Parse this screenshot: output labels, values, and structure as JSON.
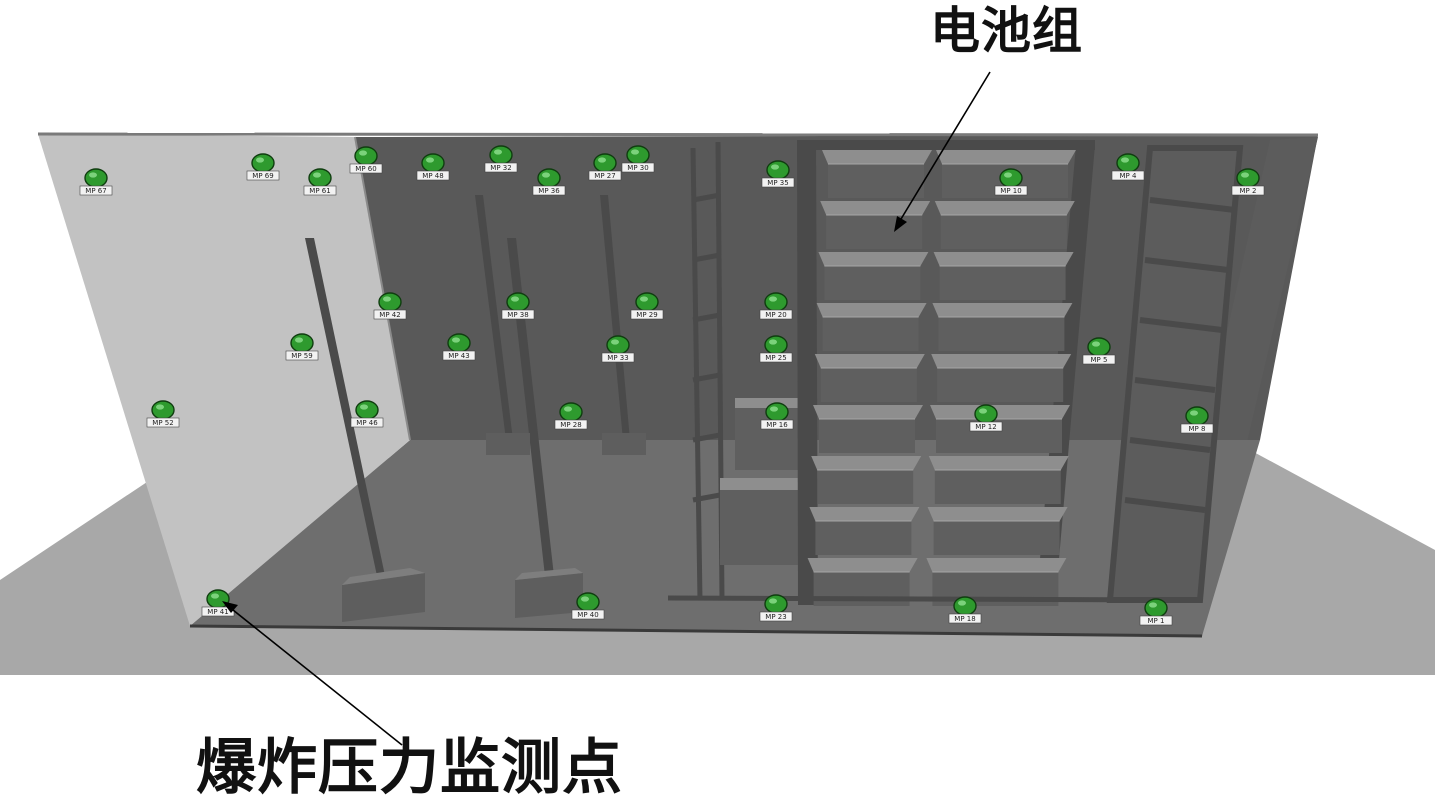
{
  "annotations": {
    "battery_pack": "电池组",
    "pressure_monitoring_point": "爆炸压力监测点"
  },
  "colors": {
    "background": "#ffffff",
    "ground": "#a8a8a8",
    "left_wall": "#c2c2c2",
    "back_wall": "#595959",
    "floor": "#6e6e6e",
    "right_wall": "#5c5c5c",
    "rack_frame": "#4a4a4a",
    "battery_top": "#8e8e8e",
    "battery_front": "#5f5f5f",
    "sensor_green": "#2e9a2e",
    "sensor_highlight": "#8fe08f"
  },
  "monitoring_points": [
    {
      "id": "p1",
      "label": "MP 67"
    },
    {
      "id": "p2",
      "label": "MP 69"
    },
    {
      "id": "p3",
      "label": "MP 61"
    },
    {
      "id": "p4",
      "label": "MP 60"
    },
    {
      "id": "p5",
      "label": "MP 48"
    },
    {
      "id": "p6",
      "label": "MP 32"
    },
    {
      "id": "p7",
      "label": "MP 36"
    },
    {
      "id": "p8",
      "label": "MP 27"
    },
    {
      "id": "p9",
      "label": "MP 30"
    },
    {
      "id": "p10",
      "label": "MP 35"
    },
    {
      "id": "p11",
      "label": "MP 10"
    },
    {
      "id": "p12",
      "label": "MP 4"
    },
    {
      "id": "p13",
      "label": "MP 2"
    },
    {
      "id": "p14",
      "label": "MP 42"
    },
    {
      "id": "p15",
      "label": "MP 38"
    },
    {
      "id": "p16",
      "label": "MP 29"
    },
    {
      "id": "p17",
      "label": "MP 20"
    },
    {
      "id": "p18",
      "label": "MP 59"
    },
    {
      "id": "p19",
      "label": "MP 43"
    },
    {
      "id": "p20",
      "label": "MP 33"
    },
    {
      "id": "p21",
      "label": "MP 25"
    },
    {
      "id": "p22",
      "label": "MP 5"
    },
    {
      "id": "p23",
      "label": "MP 52"
    },
    {
      "id": "p24",
      "label": "MP 46"
    },
    {
      "id": "p25",
      "label": "MP 28"
    },
    {
      "id": "p26",
      "label": "MP 16"
    },
    {
      "id": "p27",
      "label": "MP 12"
    },
    {
      "id": "p28",
      "label": "MP 8"
    },
    {
      "id": "p29",
      "label": "MP 23"
    },
    {
      "id": "p30",
      "label": "MP 18"
    },
    {
      "id": "p31",
      "label": "MP 1"
    },
    {
      "id": "p32",
      "label": "MP 41"
    },
    {
      "id": "p33",
      "label": "MP 40"
    }
  ]
}
